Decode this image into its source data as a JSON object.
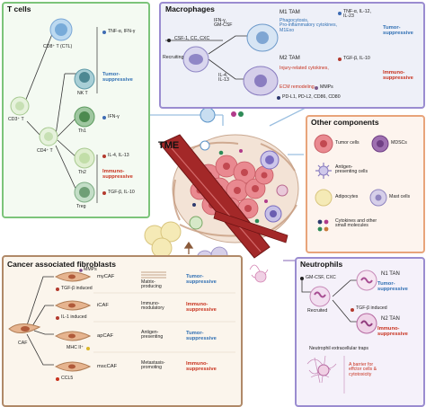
{
  "tcells": {
    "title": "T cells",
    "cd8": "CD8⁺ T (CTL)",
    "cd3": "CD3⁺ T",
    "cd4": "CD4⁺ T",
    "nk": "NK T",
    "th1": "Th1",
    "th2": "Th2",
    "treg": "Treg",
    "cd8_markers": "TNF-α, IFN-γ",
    "tumor_suppressive": "Tumor-\nsuppressive",
    "th1_markers": "IFN-γ",
    "th2_markers": "IL-4, IL-13",
    "immuno_suppressive": "Immuno-\nsuppressive",
    "treg_markers": "TGF-β, IL-10"
  },
  "macrophages": {
    "title": "Macrophages",
    "m1": "M1 TAM",
    "m1_inputs": "IFN-γ,\nGM-CSF",
    "recruit_signals": "CSF-1, CC, CXC",
    "recruiting": "Recruiting",
    "m1_desc": "Phagocytosis,\nPro-inflammatory cytokines,\nM1Exo",
    "m1_markers": "TNF-α, IL-12,\nIL-23",
    "m1_role": "Tumor-\nsuppressive",
    "m2": "M2 TAM",
    "m2_inputs": "IL-4,\nIL-13",
    "m2_markers": "TGF-β, IL-10",
    "m2_desc": "Injury-related cytokines,",
    "ecm": "ECM remodeling",
    "mmps": "MMPs",
    "m2_role": "Immuno-\nsuppressive",
    "m2_surface": "PD-L1, PD-L2, CD86, CD80"
  },
  "other": {
    "title": "Other components",
    "tumor": "Tumor cells",
    "mdsc": "MDSCs",
    "apc": "Antigen-\npresenting cells",
    "adipo": "Adipocytes",
    "mast": "Mast cells",
    "cytokines": "Cytokines and other\nsmall molecules"
  },
  "tme": "TME",
  "caf": {
    "title": "Cancer associated fibroblasts",
    "caf": "CAF",
    "tgf_induced": "TGF-β induced",
    "mmps": "MMPs",
    "il1_induced": "IL-1 induced",
    "mhc": "MHC II⁺",
    "ccl5": "CCL5",
    "types": [
      "myCAF",
      "iCAF",
      "apCAF",
      "mscCAF"
    ],
    "functions": [
      "Matrix-\nproducing",
      "Immuno-\nmodulatory",
      "Antigen-\npresenting",
      "Metastasis-\npromoting"
    ],
    "roles": [
      "Tumor-\nsuppressive",
      "Immuno-\nsuppressive",
      "Tumor-\nsuppressive",
      "Immuno-\nsuppressive"
    ],
    "role_colors": [
      "#2f6fb3",
      "#c8321e",
      "#2f6fb3",
      "#c8321e"
    ]
  },
  "neutrophils": {
    "title": "Neutrophils",
    "signals": "GM-CSF, CXC",
    "n1": "N1 TAN",
    "n1_role": "Tumor-\nsuppressive",
    "recruited": "Recruited",
    "tgf_induced": "TGF-β induced",
    "n2": "N2 TAN",
    "n2_role": "Immuno-\nsuppressive",
    "net": "Neutrophil extracellular traps",
    "net_desc": "A barrier for\neffctor cells &\ncytotoxicity"
  },
  "colors": {
    "panel_border": "#7cc47a",
    "panel_fill": "#f4faf2",
    "macro_fill": "#eef0f8",
    "tumor_blue": "#2f6fb3",
    "immuno_red": "#c8321e",
    "tumor_cell": "#e8848a",
    "vessel": "#a32828"
  }
}
